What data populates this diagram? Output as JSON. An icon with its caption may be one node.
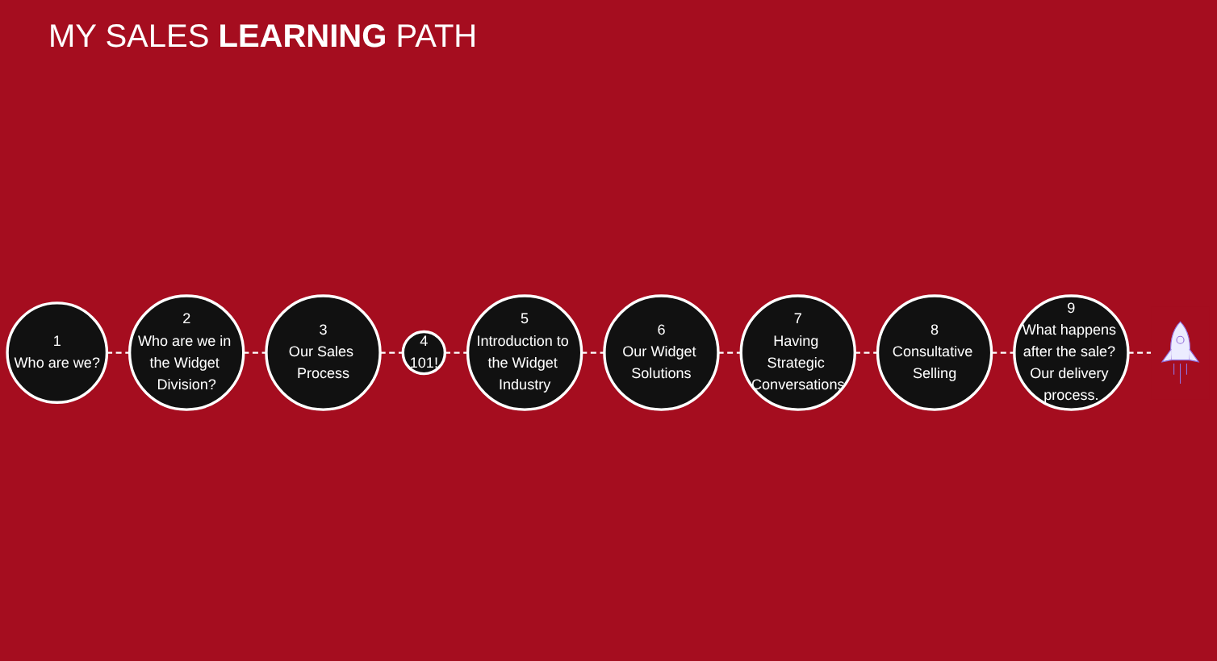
{
  "diagram": {
    "title": "MY SALES **LEARNING** PATH",
    "nodes": [
      {
        "text": [
          "1",
          "Who are we?"
        ]
      },
      {
        "text": [
          "2",
          "Who are we in the Widget Division?"
        ]
      },
      {
        "text": [
          "3",
          "Our Sales Process"
        ]
      },
      {
        "text": [
          "4",
          "101!"
        ]
      },
      {
        "text": [
          "5",
          "Introduction to the Widget Industry"
        ]
      },
      {
        "text": [
          "6",
          "Our Widget Solutions"
        ]
      },
      {
        "text": [
          "7",
          "Having Strategic Conversations"
        ]
      },
      {
        "text": [
          "8",
          "Consultative Selling"
        ]
      },
      {
        "text": [
          "9",
          "What happens after the sale? Our delivery process."
        ]
      },
      {
        "text": [],
        "shape": "picture"
      }
    ],
    "edges": [
      {
        "from": 0,
        "to": 1,
        "arrow": "none",
        "style": "dashed"
      },
      {
        "from": 1,
        "to": 2,
        "arrow": "none",
        "style": "dashed"
      },
      {
        "from": 2,
        "to": 3,
        "arrow": "none",
        "style": "dashed"
      },
      {
        "from": 3,
        "to": 4,
        "arrow": "none",
        "style": "dashed"
      },
      {
        "from": 4,
        "to": 5,
        "arrow": "none",
        "style": "dashed"
      },
      {
        "from": 5,
        "to": 6,
        "arrow": "none",
        "style": "dashed"
      },
      {
        "from": 6,
        "to": 7,
        "arrow": "none",
        "style": "dashed"
      },
      {
        "from": 7,
        "to": 8,
        "arrow": "none",
        "style": "dashed"
      },
      {
        "from": 8,
        "to": 9,
        "arrow": "none",
        "style": "dashed"
      }
    ]
  }
}
